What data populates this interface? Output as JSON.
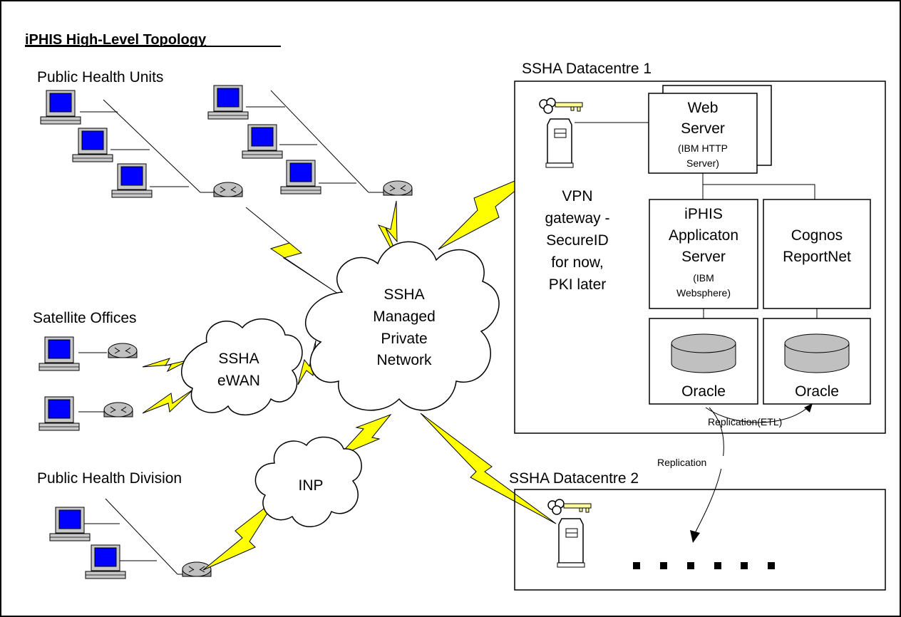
{
  "title": "iPHIS High-Level Topology",
  "sites": {
    "public_health_units": "Public Health Units",
    "satellite_offices": "Satellite Offices",
    "public_health_division": "Public Health Division",
    "datacentre1": "SSHA Datacentre 1",
    "datacentre2": "SSHA Datacentre 2"
  },
  "networks": {
    "managed_private": [
      "SSHA",
      "Managed",
      "Private",
      "Network"
    ],
    "ewan": [
      "SSHA",
      "eWAN"
    ],
    "inp": [
      "INP"
    ]
  },
  "vpn": [
    "VPN",
    "gateway -",
    "SecureID",
    "for now,",
    "PKI later"
  ],
  "web_server": [
    "Web",
    "Server"
  ],
  "web_server_sub": [
    "(IBM HTTP",
    "Server)"
  ],
  "app_server": [
    "iPHIS",
    "Applicaton",
    "Server"
  ],
  "app_server_sub": [
    "(IBM",
    "Websphere)"
  ],
  "reporting": [
    "Cognos",
    "ReportNet"
  ],
  "db_left": "Oracle",
  "db_right": "Oracle",
  "replication_etl": "Replication(ETL)",
  "replication": "Replication",
  "colors": {
    "monitor_screen": "#0000ff",
    "lightning": "#ffff00",
    "router": "#c0c0c0",
    "database": "#c0c0c0"
  }
}
